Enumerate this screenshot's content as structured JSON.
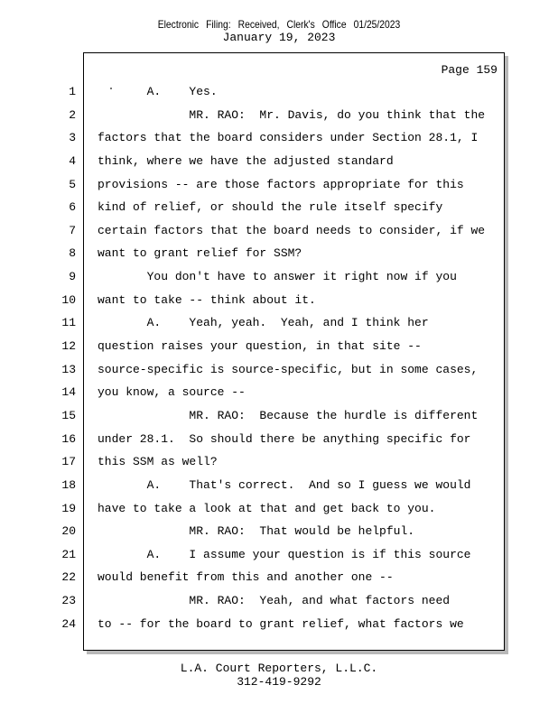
{
  "header": {
    "filing_stamp": "Electronic Filing: Received, Clerk's Office 01/25/2023",
    "date": "January 19, 2023"
  },
  "page_label": "Page 159",
  "lines": [
    {
      "n": "1",
      "text": "       A.    Yes."
    },
    {
      "n": "2",
      "text": "             MR. RAO:  Mr. Davis, do you think that the"
    },
    {
      "n": "3",
      "text": "factors that the board considers under Section 28.1, I"
    },
    {
      "n": "4",
      "text": "think, where we have the adjusted standard"
    },
    {
      "n": "5",
      "text": "provisions -- are those factors appropriate for this"
    },
    {
      "n": "6",
      "text": "kind of relief, or should the rule itself specify"
    },
    {
      "n": "7",
      "text": "certain factors that the board needs to consider, if we"
    },
    {
      "n": "8",
      "text": "want to grant relief for SSM?"
    },
    {
      "n": "9",
      "text": "       You don't have to answer it right now if you"
    },
    {
      "n": "10",
      "text": "want to take -- think about it."
    },
    {
      "n": "11",
      "text": "       A.    Yeah, yeah.  Yeah, and I think her"
    },
    {
      "n": "12",
      "text": "question raises your question, in that site --"
    },
    {
      "n": "13",
      "text": "source-specific is source-specific, but in some cases,"
    },
    {
      "n": "14",
      "text": "you know, a source --"
    },
    {
      "n": "15",
      "text": "             MR. RAO:  Because the hurdle is different"
    },
    {
      "n": "16",
      "text": "under 28.1.  So should there be anything specific for"
    },
    {
      "n": "17",
      "text": "this SSM as well?"
    },
    {
      "n": "18",
      "text": "       A.    That's correct.  And so I guess we would"
    },
    {
      "n": "19",
      "text": "have to take a look at that and get back to you."
    },
    {
      "n": "20",
      "text": "             MR. RAO:  That would be helpful."
    },
    {
      "n": "21",
      "text": "       A.    I assume your question is if this source"
    },
    {
      "n": "22",
      "text": "would benefit from this and another one --"
    },
    {
      "n": "23",
      "text": "             MR. RAO:  Yeah, and what factors need"
    },
    {
      "n": "24",
      "text": "to -- for the board to grant relief, what factors we"
    }
  ],
  "footer": {
    "company": "L.A. Court Reporters, L.L.C.",
    "phone": "312-419-9292"
  }
}
